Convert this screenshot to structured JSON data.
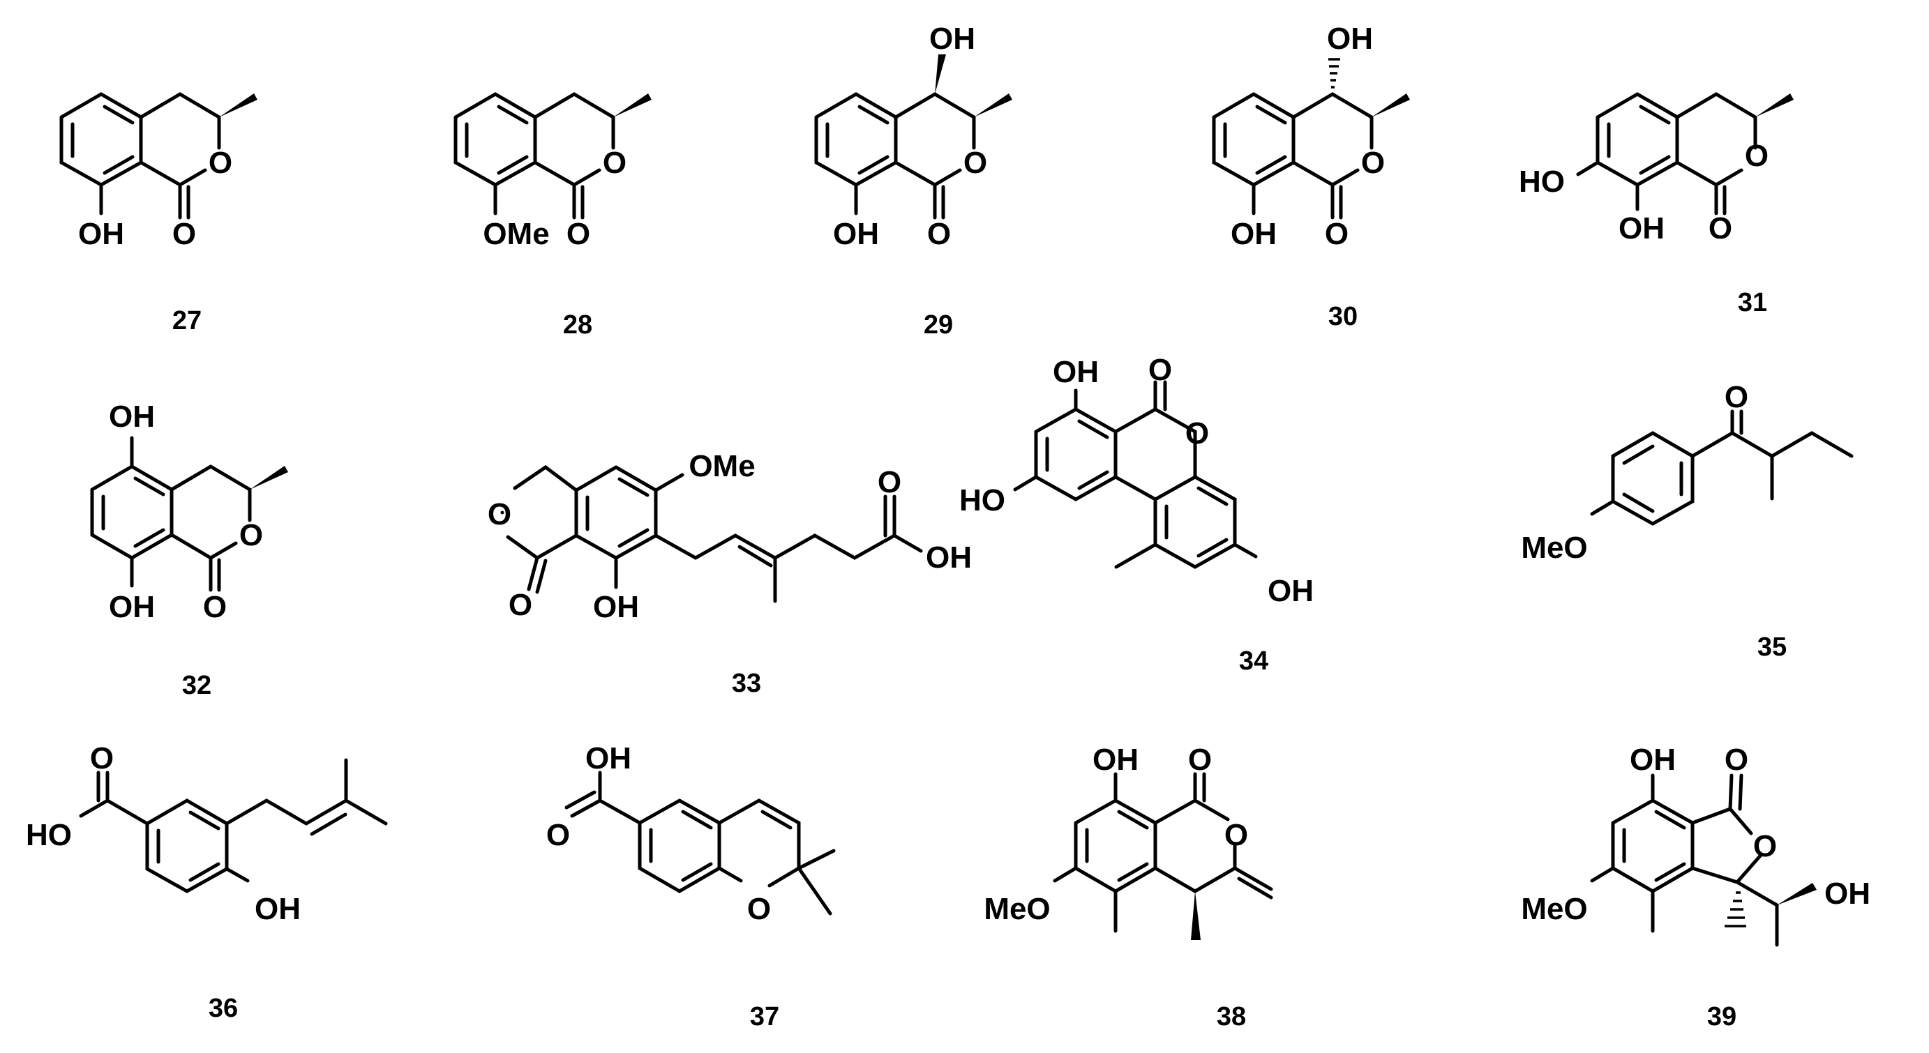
{
  "compounds": [
    {
      "number": "27",
      "labels": [
        "OH",
        "O",
        "O"
      ]
    },
    {
      "number": "28",
      "labels": [
        "OMe",
        "O",
        "O"
      ]
    },
    {
      "number": "29",
      "labels": [
        "OH",
        "OH",
        "O",
        "O"
      ]
    },
    {
      "number": "30",
      "labels": [
        "OH",
        "OH",
        "O",
        "O"
      ]
    },
    {
      "number": "31",
      "labels": [
        "HO",
        "OH",
        "O",
        "O"
      ]
    },
    {
      "number": "32",
      "labels": [
        "OH",
        "OH",
        "O",
        "O"
      ]
    },
    {
      "number": "33",
      "labels": [
        "OMe",
        "O",
        "O",
        "OH",
        "O",
        "OH"
      ]
    },
    {
      "number": "34",
      "labels": [
        "OH",
        "O",
        "O",
        "HO",
        "OH"
      ]
    },
    {
      "number": "35",
      "labels": [
        "O",
        "MeO"
      ]
    },
    {
      "number": "36",
      "labels": [
        "O",
        "HO",
        "OH"
      ]
    },
    {
      "number": "37",
      "labels": [
        "OH",
        "O",
        "O"
      ]
    },
    {
      "number": "38",
      "labels": [
        "OH",
        "O",
        "O",
        "MeO"
      ]
    },
    {
      "number": "39",
      "labels": [
        "OH",
        "O",
        "O",
        "MeO",
        "OH"
      ]
    }
  ]
}
